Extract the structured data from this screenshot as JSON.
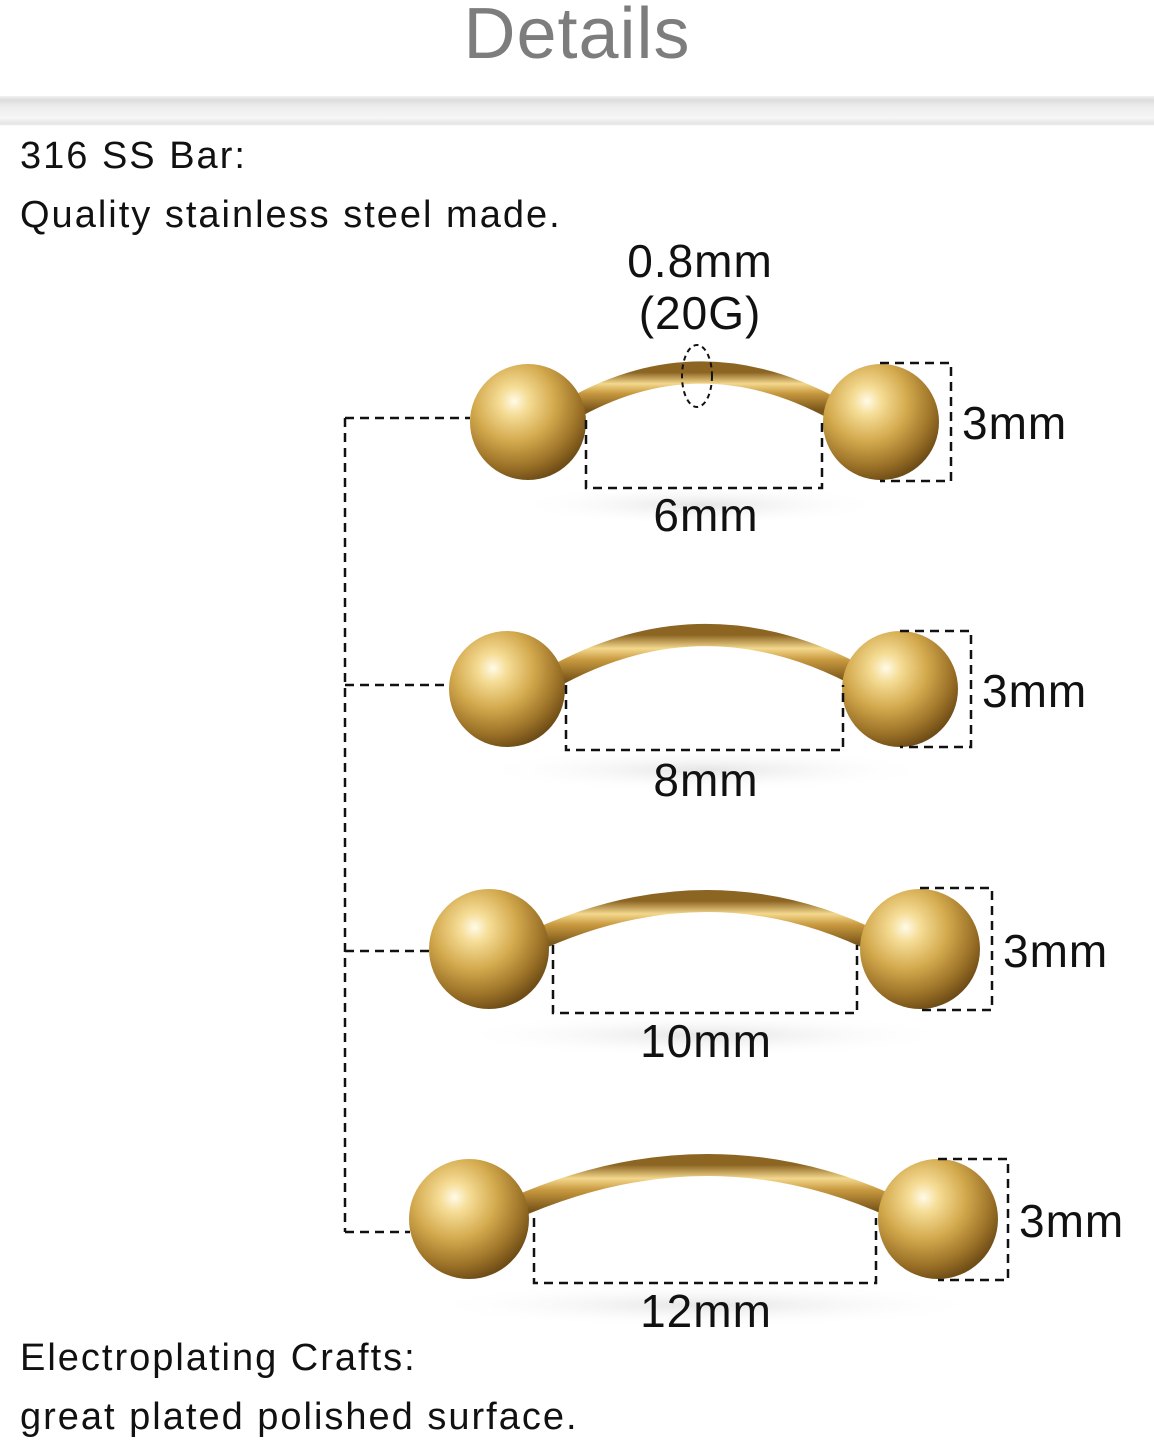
{
  "header": {
    "title": "Details"
  },
  "intro": {
    "line1": "316 SS Bar:",
    "line2": "Quality stainless steel made."
  },
  "gauge": {
    "size": "0.8mm",
    "gauge": "(20G)"
  },
  "barbells": [
    {
      "length_label": "6mm",
      "ball_label": "3mm"
    },
    {
      "length_label": "8mm",
      "ball_label": "3mm"
    },
    {
      "length_label": "10mm",
      "ball_label": "3mm"
    },
    {
      "length_label": "12mm",
      "ball_label": "3mm"
    }
  ],
  "footer": {
    "line1": "Electroplating Crafts:",
    "line2": "great plated polished surface."
  },
  "colors": {
    "gold": "#c9a14a",
    "gold_highlight": "#fbeec4",
    "gold_shadow": "#8a6320",
    "title_gray": "#7d7d7d"
  }
}
